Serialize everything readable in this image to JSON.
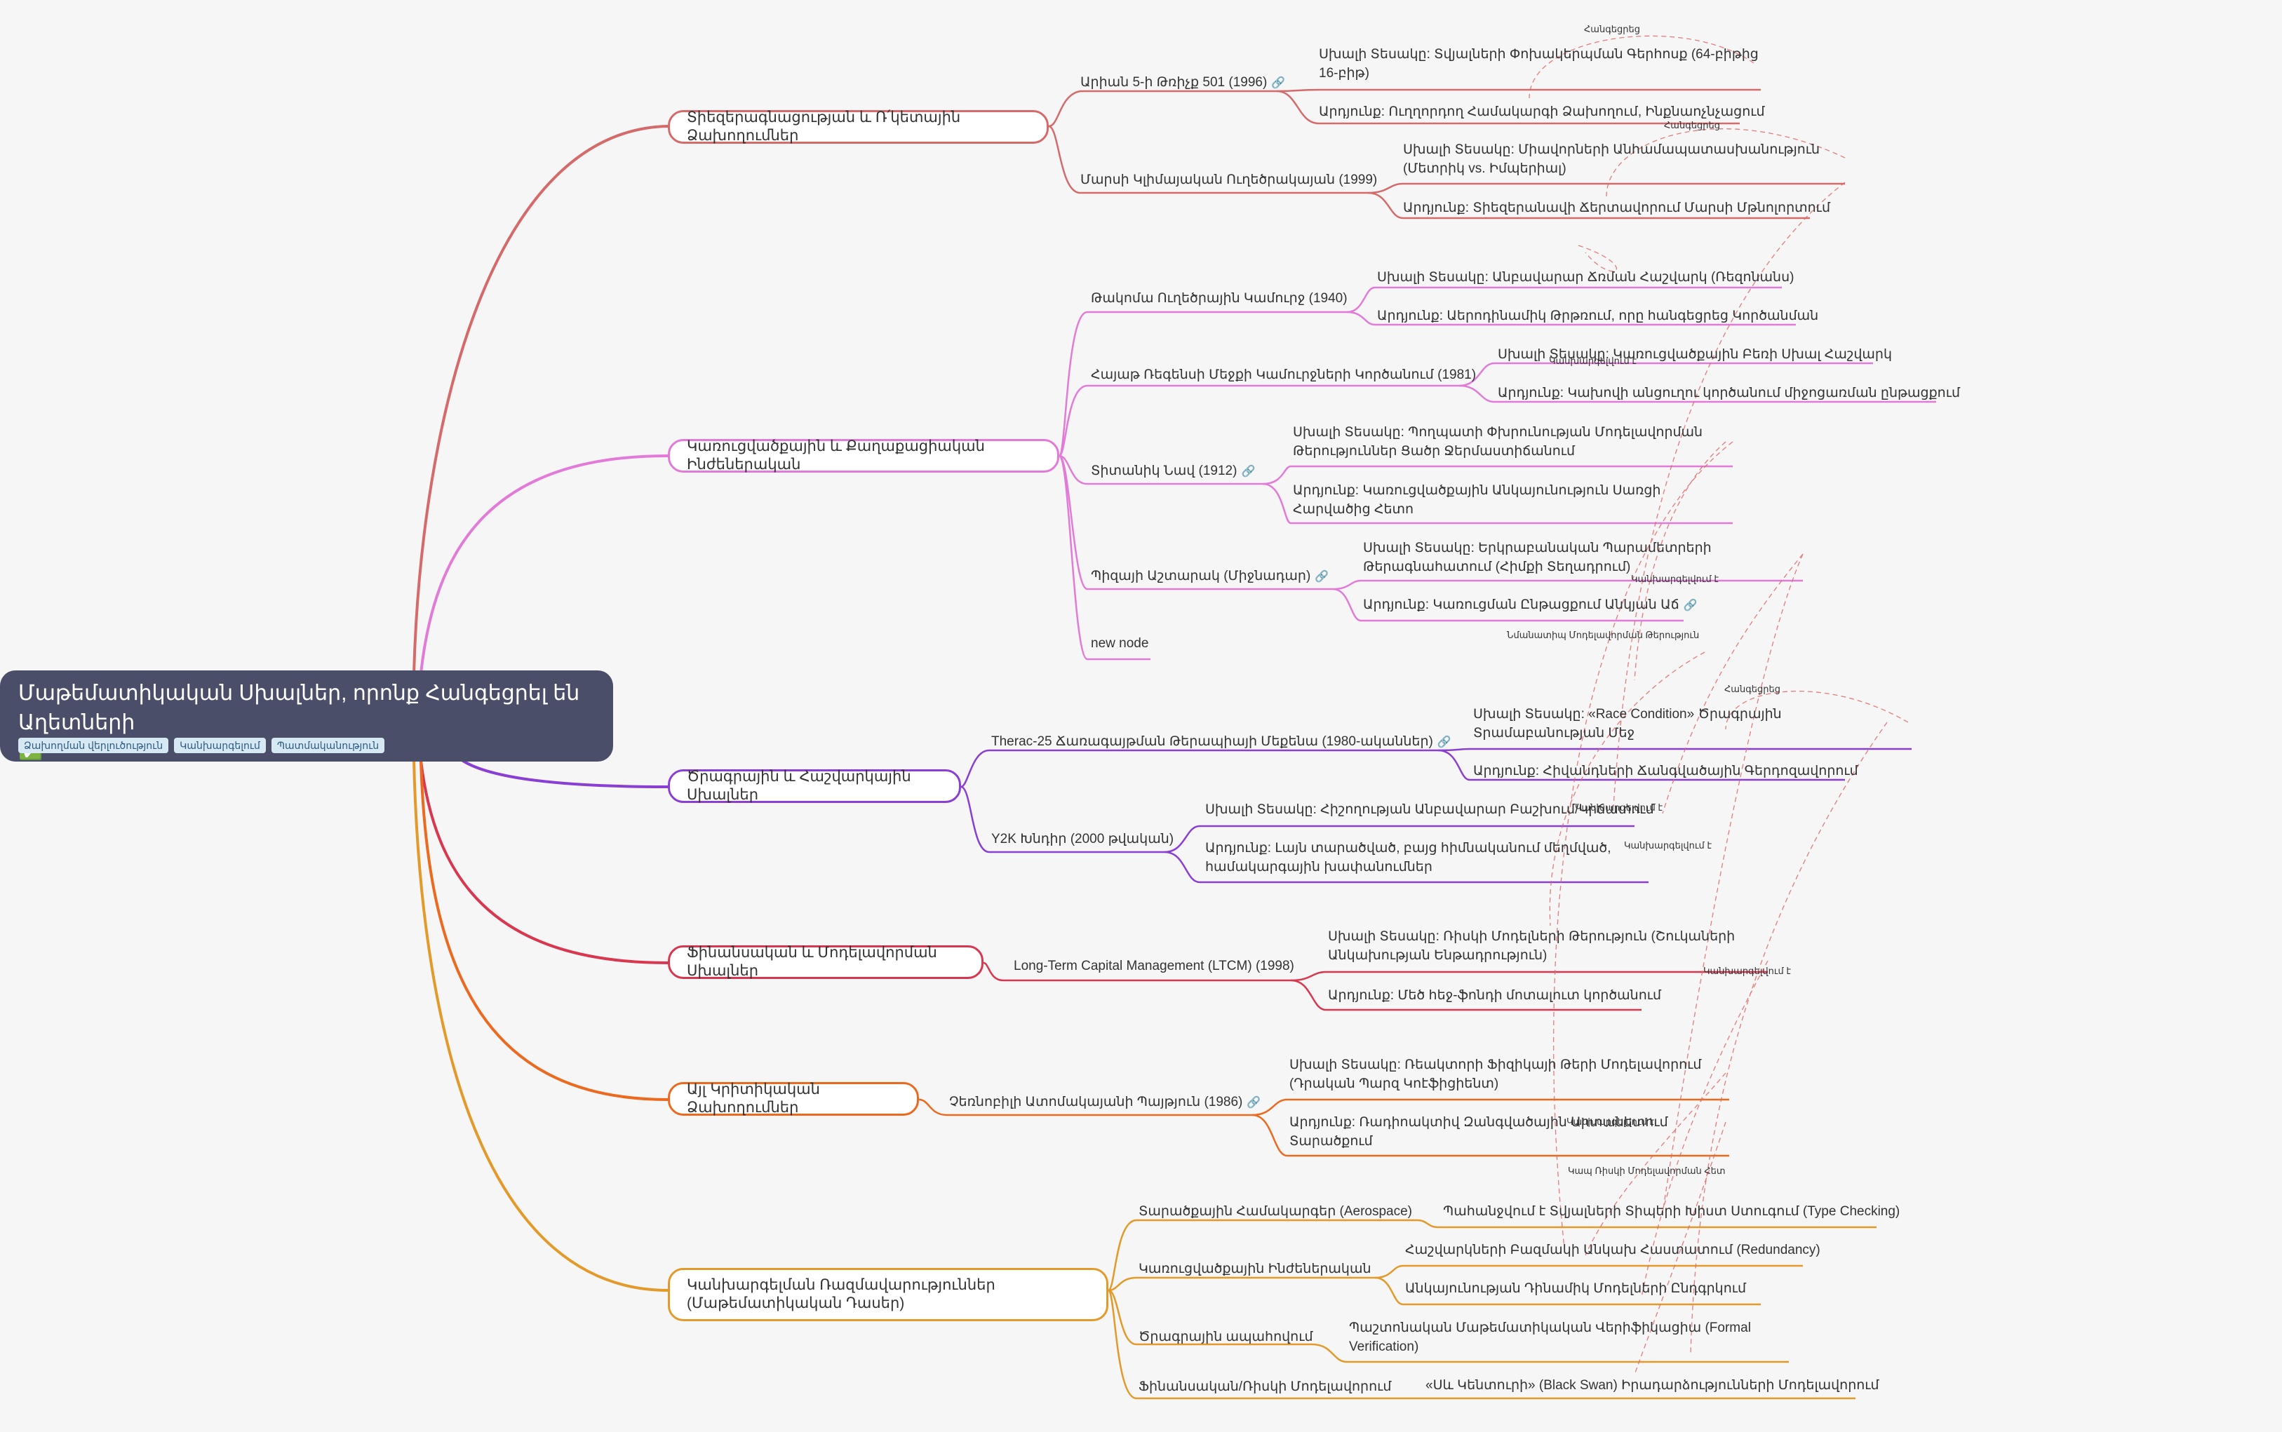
{
  "root": {
    "title": "Մաթեմատիկական Սխալներ, որոնք Հանգեցրել են Աղետների",
    "check": "✅",
    "tags": [
      "Ձախողման վերլուծություն",
      "Կանխարգելում",
      "Պատմականություն"
    ]
  },
  "colors": {
    "b1": "#d46a6a",
    "b2": "#e27bd8",
    "b3": "#8a3fd4",
    "b4": "#d9364f",
    "b5": "#ec6a1f",
    "b6": "#e39a2a"
  },
  "icons": {
    "link": "link-icon",
    "check": "check-icon"
  },
  "branches": {
    "b1": {
      "label": "Տիեզերագնացության և Ռ͏՛կետային Ձախողումներ",
      "items": [
        {
          "label": "Արիան 5-ի Թռիչք 501 (1996)",
          "leaves": [
            "Սխալի Տեսակը: Տվյալների Փոխակերպման Գերհոսք (64-բիթից 16-բիթ)",
            "Արդյունք: Ուղղորդող Համակարգի Ձախողում, Ինքնաոչնչացում"
          ]
        },
        {
          "label": "Մարսի Կլիմայական Ուղեծրակայան (1999)",
          "leaves": [
            "Սխալի Տեսակը: Միավորների Անհամապատասխանություն (Մետրիկ vs. Իմպերիալ)",
            "Արդյունք: Տիեզերանավի Ճերտավորում Մարսի Մթնոլորտում"
          ]
        }
      ]
    },
    "b2": {
      "label": "Կառուցվածքային և Քաղաքացիական Ինժեներական",
      "items": [
        {
          "label": "Թակոմա Ուղեծրային Կամուրջ (1940)",
          "leaves": [
            "Սխալի Տեսակը: Անբավարար Ճռման Հաշվարկ (Ռեզոնանս)",
            "Արդյունք: Աերոդինամիկ Թրթռում, որը հանգեցրեց Կործանման"
          ]
        },
        {
          "label": "Հայաթ Ռեգենսի Մեջքի Կամուրջների Կործանում (1981)",
          "leaves": [
            "Սխալի Տեսակը: Կառուցվածքային Բեռի Սխալ Հաշվարկ",
            "Արդյունք: Կախովի անցուղու կործանում միջոցառման ընթացքում"
          ]
        },
        {
          "label": "Տիտանիկ Նավ (1912)",
          "leaves": [
            "Սխալի Տեսակը: Պողպատի Փխրունության Մոդելավորման Թերություններ Ցածր Ջերմաստիճանում",
            "Արդյունք: Կառուցվածքային Անկայունություն Սառցի Հարվածից Հետո"
          ]
        },
        {
          "label": "Պիզայի Աշտարակ (Միջնադար)",
          "leaves": [
            "Սխալի Տեսակը: Երկրաբանական Պարամետրերի Թերագնահատում (Հիմքի Տեղադրում)",
            "Արդյունք: Կառուցման Ընթացքում Անկյան Աճ"
          ]
        },
        {
          "label": "new node",
          "leaves": []
        }
      ]
    },
    "b3": {
      "label": "Ծրագրային և Հաշվարկային Սխալներ",
      "items": [
        {
          "label": "Therac-25 Ճառագայթման Թերապիայի Մեքենա (1980-ականներ)",
          "leaves": [
            "Սխալի Տեսակը: «Race Condition» Ծրագրային Տրամաբանության Մեջ",
            "Արդյունք: Հիվանդների Ճանգվածային Գերդոզավորում"
          ]
        },
        {
          "label": "Y2K Խնդիր (2000 թվական)",
          "leaves": [
            "Սխալի Տեսակը: Հիշողության Անբավարար Բաշխում/Կրճատում",
            "Արդյունք: Լայն տարածված, բայց հիմնականում մեղմված, համակարգային խափանումներ"
          ]
        }
      ]
    },
    "b4": {
      "label": "Ֆինանսական և Մոդելավորման Սխալներ",
      "items": [
        {
          "label": "Long-Term Capital Management (LTCM) (1998)",
          "leaves": [
            "Սխալի Տեսակը: Ռիսկի Մոդելների Թերություն (Շուկաների Անկախության Ենթադրություն)",
            "Արդյունք: Մեծ հեջ-ֆոնդի մոտալուտ կործանում"
          ]
        }
      ]
    },
    "b5": {
      "label": "Այլ Կրիտիկական Ձախողումներ",
      "items": [
        {
          "label": "Չեռնոբիլի Ատոմակայանի Պայթյուն (1986)",
          "leaves": [
            "Սխալի Տեսակը: Ռեակտորի Ֆիզիկայի Թերի Մոդելավորում (Դրական Պարզ Կոէֆիցիենտ)",
            "Արդյունք: Ռադիոակտիվ Զանգվածային Արտանետում Տարածքում"
          ]
        }
      ]
    },
    "b6": {
      "label": "Կանխարգելման Ռազմավարություններ (Մաթեմատիկական Դասեր)",
      "items": [
        {
          "label": "Տարածքային Համակարգեր (Aerospace)",
          "leaves": [
            "Պահանջվում է Տվյալների Տիպերի Խիստ Ստուգում (Type Checking)"
          ]
        },
        {
          "label": "Կառուցվածքային Ինժեներական",
          "leaves": [
            "Հաշվարկների Բազմակի Անկախ Հաստատում (Redundancy)",
            "Անկայունության Դինամիկ Մոդելների Ընդգրկում"
          ]
        },
        {
          "label": "Ծրագրային ապահովում",
          "leaves": [
            "Պաշտոնական Մաթեմատիկական Վերիֆիկացիա (Formal Verification)"
          ]
        },
        {
          "label": "Ֆինանսական/Ռիսկի Մոդելավորում",
          "leaves": [
            "«Սև Կենտուրի» (Black Swan) Իրադարձությունների Մոդելավորում"
          ]
        }
      ]
    }
  },
  "relations": {
    "r1": "Հանգեցրեց",
    "r2": "Հանգեցրեց",
    "r3": "Կանխարգելվում է",
    "r4": "Նմանատիպ Մոդելավորման Թերություն",
    "r5": "Հանգեցրեց",
    "r6": "Կանխարգելվում է",
    "r7": "Կանխարգելվում է",
    "r8": "Կանխարգելվում է",
    "r9": "Կանխարգելվում է",
    "r10": "Կապ Ռիսկի Մոդելավորման Հետ",
    "r11": "Կանխարգելվում է"
  }
}
